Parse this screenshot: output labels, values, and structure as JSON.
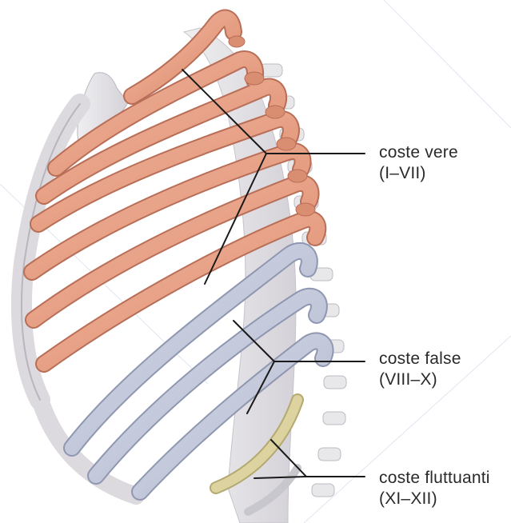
{
  "labels": {
    "vere": {
      "name": "coste vere",
      "range": "(I–VII)"
    },
    "false": {
      "name": "coste false",
      "range": "(VIII–X)"
    },
    "fluttuanti": {
      "name": "coste fluttuanti",
      "range": "(XI–XII)"
    }
  },
  "colors": {
    "true_ribs": "#e9a58c",
    "false_ribs": "#c3c9da",
    "floating_ribs": "#d8cf9c",
    "bone": "#e6e4e6",
    "leader": "#1a1a1a"
  }
}
